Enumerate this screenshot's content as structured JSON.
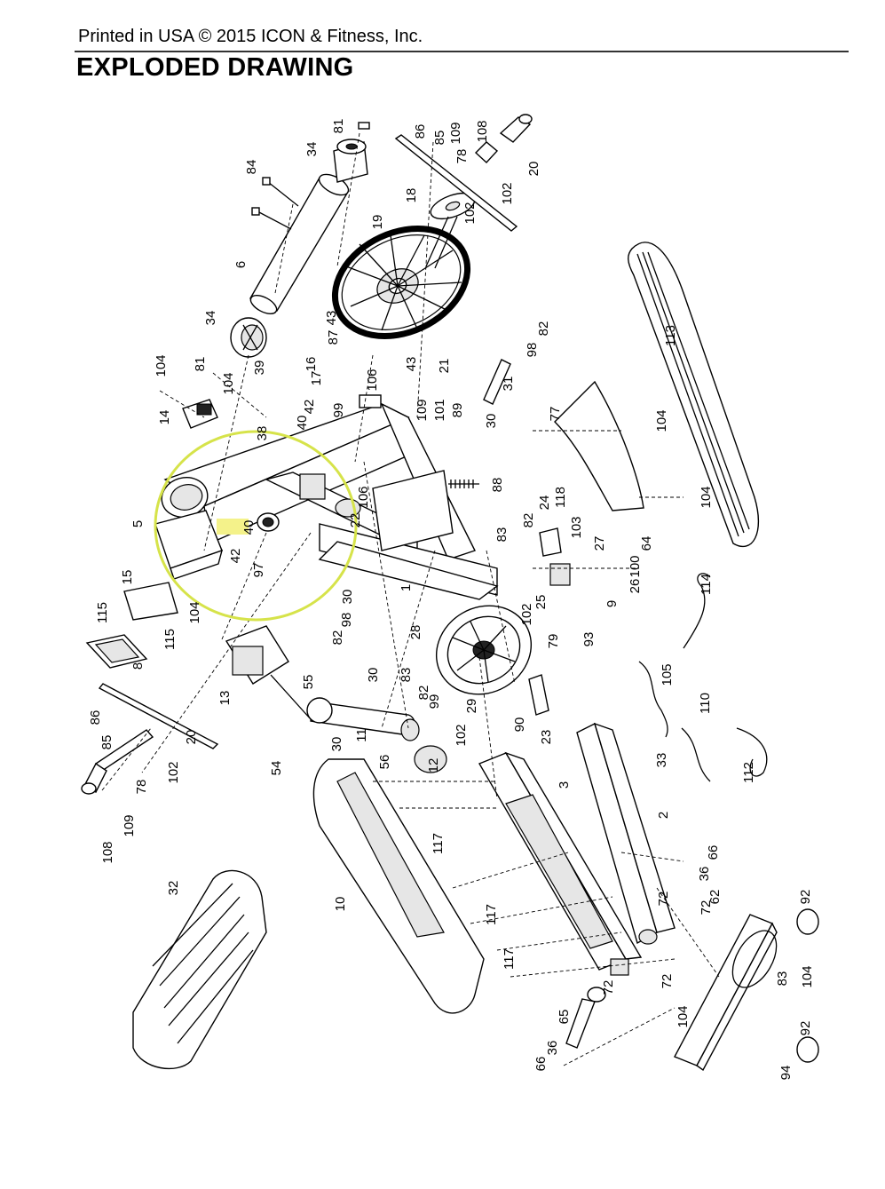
{
  "header": {
    "printed": "Printed in USA © 2015 ICON & Fitness, Inc.",
    "title": "EXPLODED DRAWING"
  },
  "highlight": {
    "color": "#d6e34a",
    "label_color": "#f4f28a"
  },
  "labels": {
    "p1": "1",
    "p2": "2",
    "p3": "3",
    "p5": "5",
    "p6": "6",
    "p8": "8",
    "p9": "9",
    "p10": "10",
    "p11": "11",
    "p12": "12",
    "p13": "13",
    "p14": "14",
    "p15": "15",
    "p16": "16",
    "p17": "17",
    "p18": "18",
    "p19": "19",
    "p20a": "20",
    "p20b": "20",
    "p21": "21",
    "p22": "22",
    "p23": "23",
    "p24": "24",
    "p25": "25",
    "p26": "26",
    "p27": "27",
    "p28": "28",
    "p29": "29",
    "p30a": "30",
    "p30b": "30",
    "p30c": "30",
    "p30d": "30",
    "p31": "31",
    "p32": "32",
    "p33": "33",
    "p34a": "34",
    "p34b": "34",
    "p36a": "36",
    "p36b": "36",
    "p38": "38",
    "p39": "39",
    "p40a": "40",
    "p40b": "40",
    "p42a": "42",
    "p42b": "42",
    "p43a": "43",
    "p43b": "43",
    "p54": "54",
    "p55": "55",
    "p56": "56",
    "p62": "62",
    "p64": "64",
    "p65": "65",
    "p66a": "66",
    "p66b": "66",
    "p72a": "72",
    "p72b": "72",
    "p72c": "72",
    "p72d": "72",
    "p77": "77",
    "p78a": "78",
    "p78b": "78",
    "p79": "79",
    "p81a": "81",
    "p81b": "81",
    "p82a": "82",
    "p82b": "82",
    "p82c": "82",
    "p82d": "82",
    "p83a": "83",
    "p83b": "83",
    "p83c": "83",
    "p84": "84",
    "p85a": "85",
    "p85b": "85",
    "p86a": "86",
    "p86b": "86",
    "p87": "87",
    "p88": "88",
    "p89": "89",
    "p90": "90",
    "p92a": "92",
    "p92b": "92",
    "p93": "93",
    "p94": "94",
    "p97": "97",
    "p98a": "98",
    "p98b": "98",
    "p99a": "99",
    "p99b": "99",
    "p100": "100",
    "p101": "101",
    "p102a": "102",
    "p102b": "102",
    "p102c": "102",
    "p102d": "102",
    "p102e": "102",
    "p103": "103",
    "p104a": "104",
    "p104b": "104",
    "p104c": "104",
    "p104d": "104",
    "p104e": "104",
    "p104f": "104",
    "p104g": "104",
    "p105": "105",
    "p106a": "106",
    "p106b": "106",
    "p108a": "108",
    "p108b": "108",
    "p109a": "109",
    "p109b": "109",
    "p109c": "109",
    "p110": "110",
    "p112": "112",
    "p113": "113",
    "p114": "114",
    "p115a": "115",
    "p115b": "115",
    "p117a": "117",
    "p117b": "117",
    "p117c": "117",
    "p118": "118"
  }
}
